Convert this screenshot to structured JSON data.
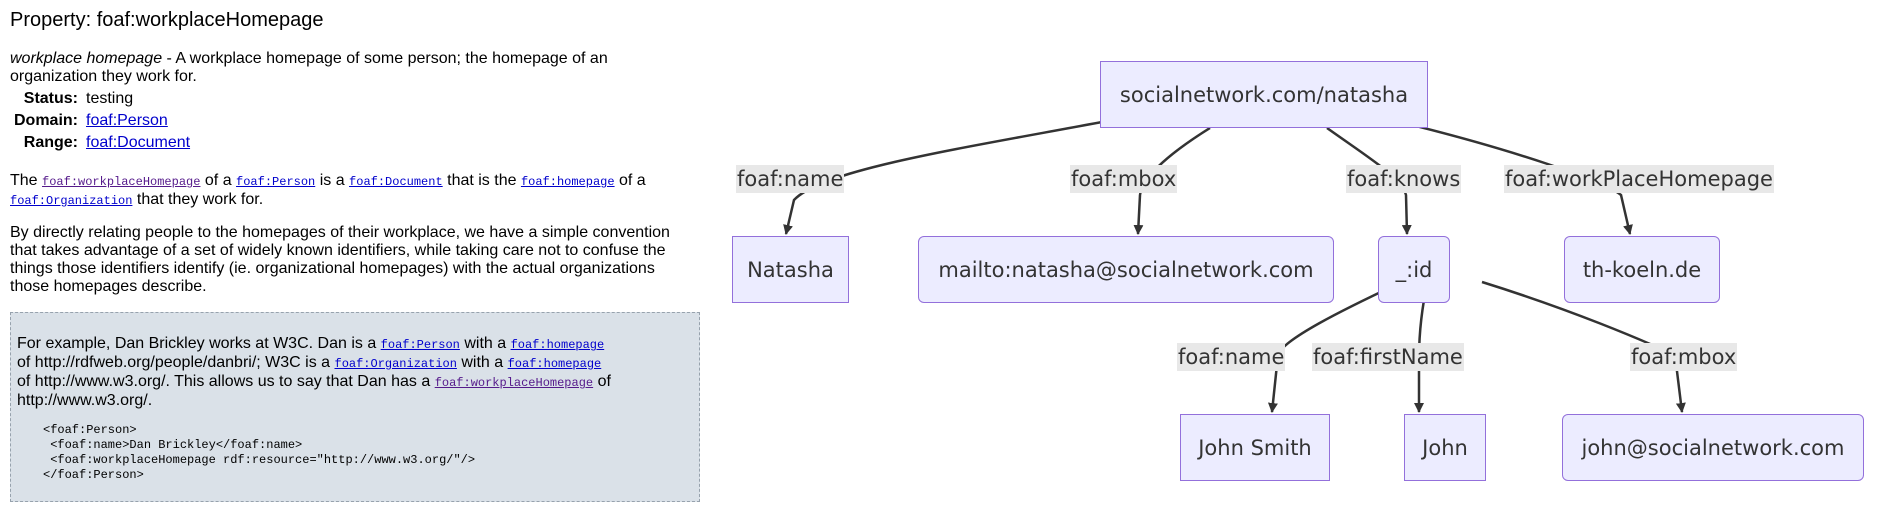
{
  "property": {
    "title": "Property: foaf:workplaceHomepage",
    "term": "workplace homepage",
    "definition": " - A workplace homepage of some person; the homepage of an organization they work for.",
    "meta": {
      "status_key": "Status:",
      "status_val": "testing",
      "domain_key": "Domain:",
      "domain_val": "foaf:Person",
      "range_key": "Range:",
      "range_val": "foaf:Document"
    }
  },
  "para1": {
    "t1": "The ",
    "l1": "foaf:workplaceHomepage",
    "t2": " of a ",
    "l2": "foaf:Person",
    "t3": " is a ",
    "l3": "foaf:Document",
    "t4": " that is the ",
    "l4": "foaf:homepage",
    "t5": " of a ",
    "l5": "foaf:Organization",
    "t6": " that they work for."
  },
  "para2": "By directly relating people to the homepages of their workplace, we have a simple convention that takes advantage of a set of widely known identifiers, while taking care not to confuse the things those identifiers identify (ie. organizational homepages) with the actual organizations those homepages describe.",
  "example": {
    "t1": "For example, Dan Brickley works at W3C. Dan is a ",
    "l1": "foaf:Person",
    "t2": " with a ",
    "l2": "foaf:homepage",
    "t3": " of http://rdfweb.org/people/danbri/; W3C is a ",
    "l3": "foaf:Organization",
    "t4": " with a ",
    "l4": "foaf:homepage",
    "t5": " of http://www.w3.org/. This allows us to say that Dan has a ",
    "l5": "foaf:workplaceHomepage",
    "t6": " of http://www.w3.org/.",
    "code": "<foaf:Person>\n <foaf:name>Dan Brickley</foaf:name>\n <foaf:workplaceHomepage rdf:resource=\"http://www.w3.org/\"/>\n</foaf:Person>"
  },
  "diagram": {
    "nodes": {
      "root": "socialnetwork.com/natasha",
      "natasha": "Natasha",
      "mbox": "mailto:natasha@socialnetwork.com",
      "id": "_:id",
      "th": "th-koeln.de",
      "johnsmith": "John Smith",
      "john": "John",
      "johnmail": "john@socialnetwork.com"
    },
    "edges": {
      "name": "foaf:name",
      "mbox": "foaf:mbox",
      "knows": "foaf:knows",
      "workplace": "foaf:workPlaceHomepage",
      "name2": "foaf:name",
      "firstname": "foaf:firstName",
      "mbox2": "foaf:mbox"
    },
    "colors": {
      "node_fill": "#ececff",
      "node_border": "#9370db",
      "edge": "#333333",
      "label_bg": "#e8e8e8"
    }
  }
}
